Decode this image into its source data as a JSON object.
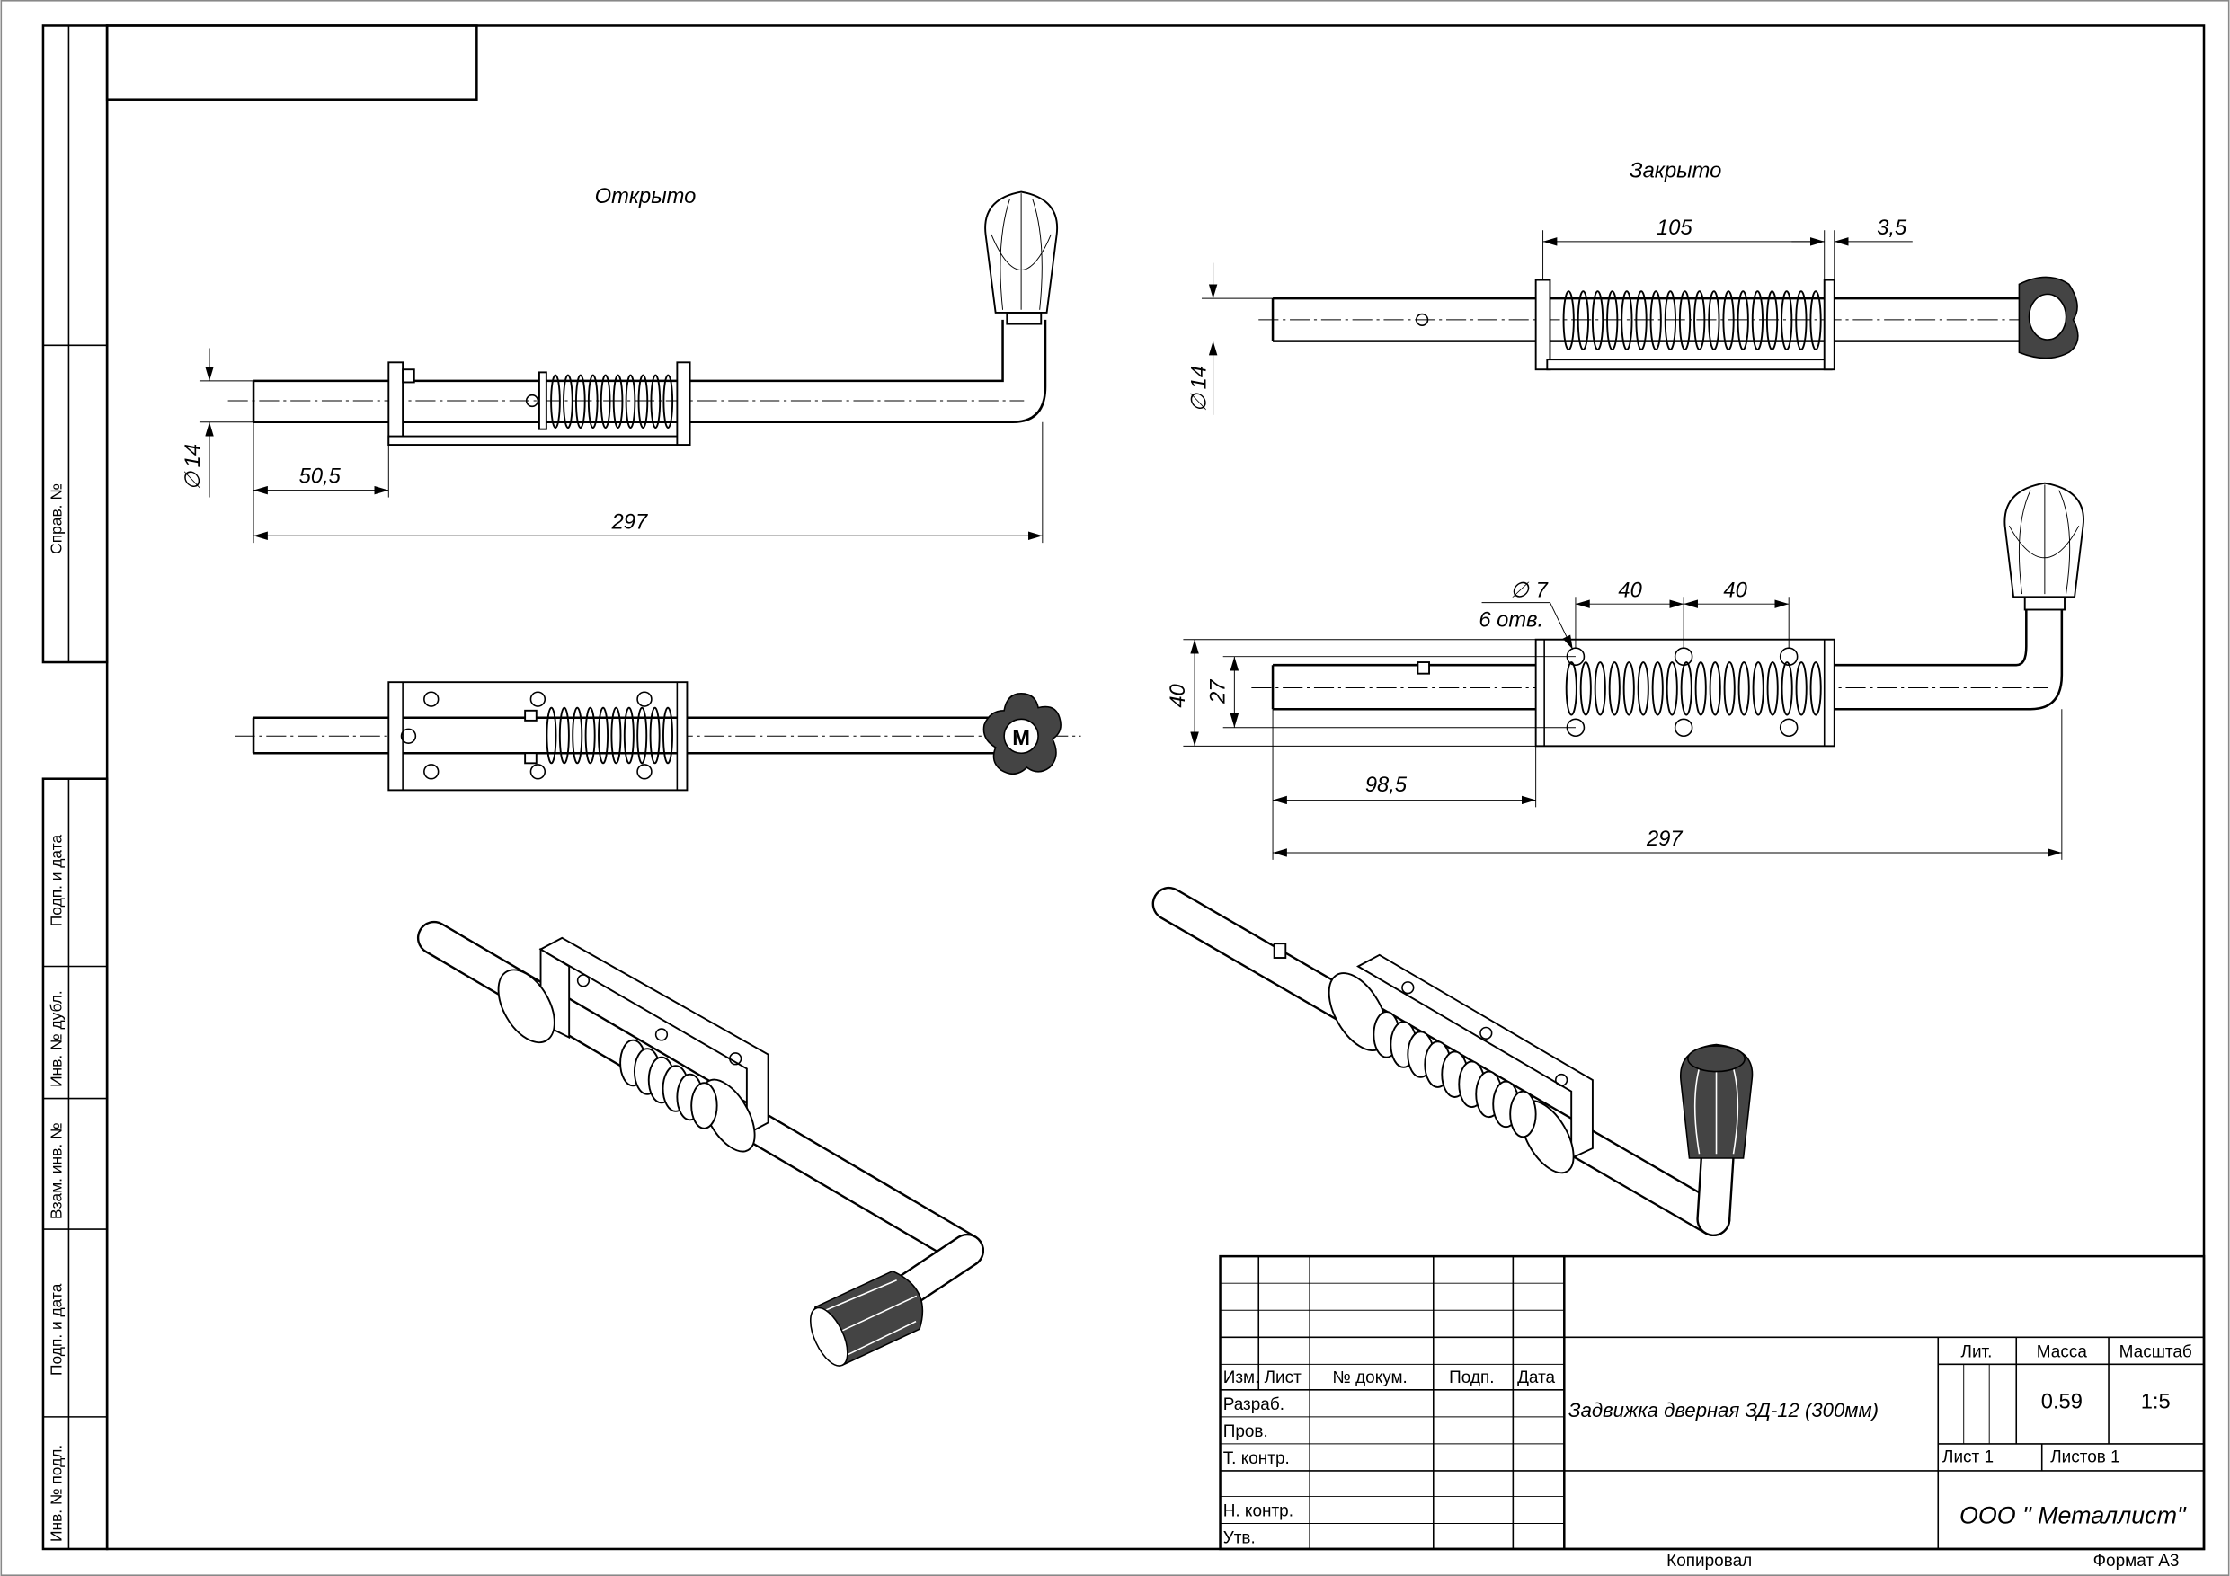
{
  "side_strip": {
    "sprav": "Справ. №",
    "podp_data_1": "Подп. и дата",
    "inv_dubl": "Инв. № дубл.",
    "vzam_inv": "Взам. инв. №",
    "podp_data_2": "Подп. и дата",
    "inv_podl": "Инв. № подл."
  },
  "views": {
    "open_label": "Открыто",
    "closed_label": "Закрыто",
    "knob_letter": "М"
  },
  "dimensions": {
    "open_diameter": "14",
    "open_offset": "50,5",
    "open_length": "297",
    "closed_plate": "105",
    "closed_gap": "3,5",
    "closed_diameter": "14",
    "hole_diameter": "7",
    "hole_count": "6 отв.",
    "hole_pitch_1": "40",
    "hole_pitch_2": "40",
    "plate_height": "40",
    "hole_span": "27",
    "rod_offset": "98,5",
    "total_length": "297",
    "diameter_symbol": "∅"
  },
  "title_block": {
    "headers": {
      "izm": "Изм.",
      "list": "Лист",
      "doc": "№ докум.",
      "podp": "Подп.",
      "data": "Дата"
    },
    "roles": [
      "Разраб.",
      "Пров.",
      "Т. контр.",
      "",
      "Н. контр.",
      "Утв."
    ],
    "title": "Задвижка дверная ЗД-12 (300мм)",
    "lit_label": "Лит.",
    "mass_label": "Масса",
    "scale_label": "Масштаб",
    "mass": "0.59",
    "scale": "1:5",
    "sheet": "Лист 1",
    "sheets": "Листов 1",
    "company": "ООО \" Металлист\"",
    "copied": "Копировал",
    "format": "Формат А3"
  }
}
